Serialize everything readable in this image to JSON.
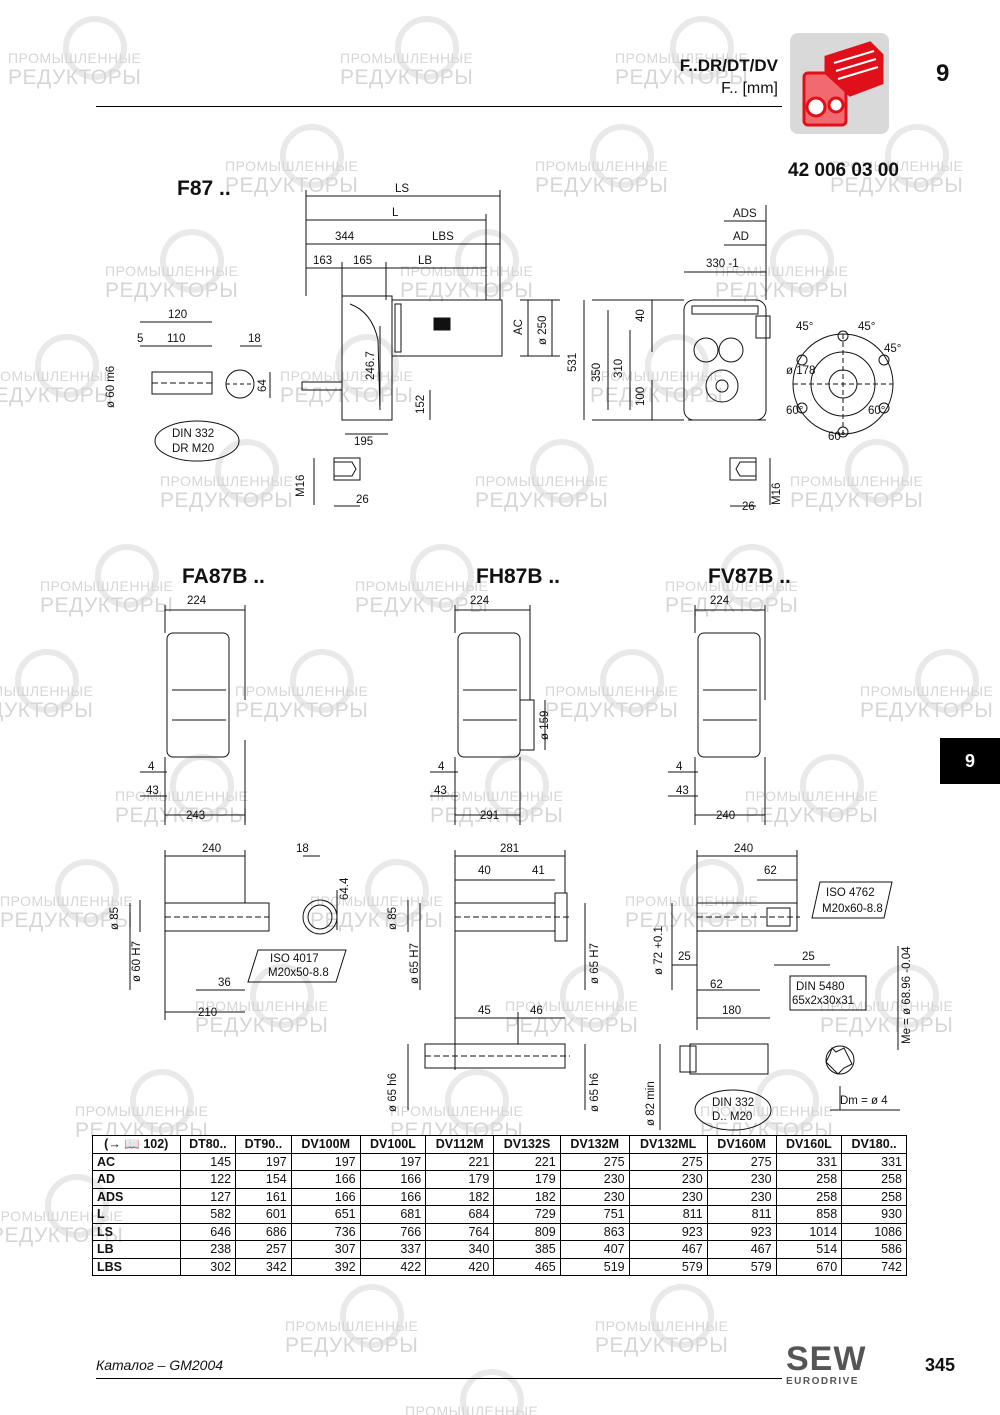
{
  "header": {
    "title": "F..DR/DT/DV",
    "subtitle": "F.. [mm]",
    "chapter": "9",
    "tab": "9",
    "drawing_number": "42 006 03 00"
  },
  "watermark": {
    "line1": "ПРОМЫШЛЕННЫЕ",
    "line2": "РЕДУКТОРЫ"
  },
  "sections": {
    "f87": "F87 ..",
    "fa87b": "FA87B ..",
    "fh87b": "FH87B ..",
    "fv87b": "FV87B .."
  },
  "dims": {
    "f87": {
      "ls": "LS",
      "l": "L",
      "v344": "344",
      "lbs": "LBS",
      "v163": "163",
      "v165": "165",
      "lb": "LB",
      "ac": "AC",
      "d250": "ø 250",
      "v2467": "246.7",
      "v152": "152",
      "v195": "195",
      "v120": "120",
      "v5": "5",
      "v110": "110",
      "v18": "18",
      "v64": "64",
      "d60m6": "ø 60 m6",
      "din332": "DIN 332",
      "drm20": "DR M20",
      "m16": "M16",
      "v26": "26",
      "ads": "ADS",
      "ad": "AD",
      "v330": "330 -1",
      "v531": "531",
      "v350": "350",
      "v310": "310",
      "v40": "40",
      "v100": "100",
      "a45a": "45°",
      "a45b": "45°",
      "a45c": "45°",
      "d178": "ø 178",
      "a60a": "60°",
      "a60b": "60°",
      "a60c": "60°",
      "m16b": "M16",
      "v26b": "26"
    },
    "fa87b": {
      "v224": "224",
      "v4": "4",
      "v43": "43",
      "v243": "243",
      "v240": "240",
      "v18": "18",
      "v644": "64.4",
      "d85": "ø 85",
      "d60h7": "ø 60 H7",
      "iso_a": "ISO 4017",
      "iso_b": "M20x50-8.8",
      "v36": "36",
      "v210": "210"
    },
    "fh87b": {
      "v224": "224",
      "d159": "ø 159",
      "v4": "4",
      "v43": "43",
      "v291": "291",
      "v281": "281",
      "v40": "40",
      "v41": "41",
      "d85": "ø 85",
      "d65h7": "ø 65 H7",
      "d65h7b": "ø 65 H7",
      "v45": "45",
      "v46": "46",
      "d65h6": "ø 65 h6",
      "d65h6b": "ø 65 h6"
    },
    "fv87b": {
      "v224": "224",
      "v4": "4",
      "v43": "43",
      "v240": "240",
      "v240b": "240",
      "v62": "62",
      "iso_a": "ISO 4762",
      "iso_b": "M20x60-8.8",
      "d72": "ø 72 +0.1",
      "v25a": "25",
      "v25b": "25",
      "v62b": "62",
      "din5480_a": "DIN 5480",
      "din5480_b": "65x2x30x31",
      "v180": "180",
      "me": "Me = ø 68.96 -0.04",
      "d82": "ø 82 min",
      "din332": "DIN 332",
      "dm20": "D.. M20",
      "dm": "Dm = ø 4"
    }
  },
  "table": {
    "columns": [
      "(→ 📖 102)",
      "DT80..",
      "DT90..",
      "DV100M",
      "DV100L",
      "DV112M",
      "DV132S",
      "DV132M",
      "DV132ML",
      "DV160M",
      "DV160L",
      "DV180.."
    ],
    "rows": [
      {
        "label": "AC",
        "values": [
          "145",
          "197",
          "197",
          "197",
          "221",
          "221",
          "275",
          "275",
          "275",
          "331",
          "331"
        ]
      },
      {
        "label": "AD",
        "values": [
          "122",
          "154",
          "166",
          "166",
          "179",
          "179",
          "230",
          "230",
          "230",
          "258",
          "258"
        ]
      },
      {
        "label": "ADS",
        "values": [
          "127",
          "161",
          "166",
          "166",
          "182",
          "182",
          "230",
          "230",
          "230",
          "258",
          "258"
        ]
      },
      {
        "label": "L",
        "values": [
          "582",
          "601",
          "651",
          "681",
          "684",
          "729",
          "751",
          "811",
          "811",
          "858",
          "930"
        ]
      },
      {
        "label": "LS",
        "values": [
          "646",
          "686",
          "736",
          "766",
          "764",
          "809",
          "863",
          "923",
          "923",
          "1014",
          "1086"
        ]
      },
      {
        "label": "LB",
        "values": [
          "238",
          "257",
          "307",
          "337",
          "340",
          "385",
          "407",
          "467",
          "467",
          "514",
          "586"
        ]
      },
      {
        "label": "LBS",
        "values": [
          "302",
          "342",
          "392",
          "422",
          "420",
          "465",
          "519",
          "579",
          "579",
          "670",
          "742"
        ]
      }
    ]
  },
  "footer": {
    "catalog": "Каталог – GM2004",
    "page": "345",
    "brand_top": "SEW",
    "brand_bottom": "EURODRIVE"
  },
  "colors": {
    "accent_red": "#e0101a",
    "tile_gray": "#d9d9d9",
    "drawing_line": "#111111",
    "watermark": "#d6d6d6"
  }
}
